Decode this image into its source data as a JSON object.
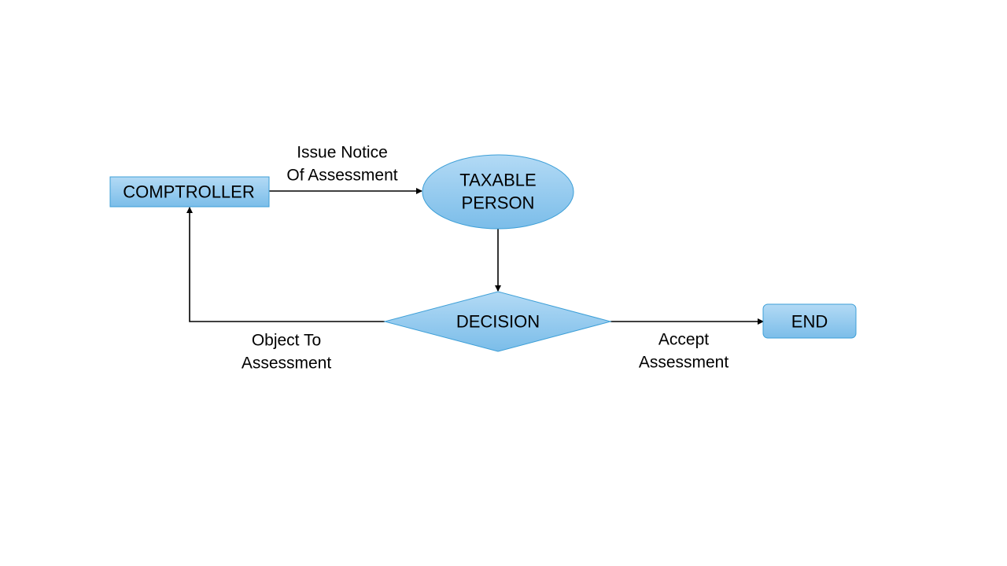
{
  "diagram": {
    "colors": {
      "fill_top": "#b3daf5",
      "fill_bottom": "#7bbde9",
      "stroke": "#3d9fd7",
      "line": "#000000"
    },
    "nodes": {
      "comptroller": {
        "label": "COMPTROLLER"
      },
      "taxable_person": {
        "line1": "TAXABLE",
        "line2": "PERSON"
      },
      "decision": {
        "label": "DECISION"
      },
      "end": {
        "label": "END"
      }
    },
    "edges": {
      "issue_notice": {
        "line1": "Issue Notice",
        "line2": "Of Assessment"
      },
      "object_to": {
        "line1": "Object To",
        "line2": "Assessment"
      },
      "accept": {
        "line1": "Accept",
        "line2": "Assessment"
      }
    }
  }
}
